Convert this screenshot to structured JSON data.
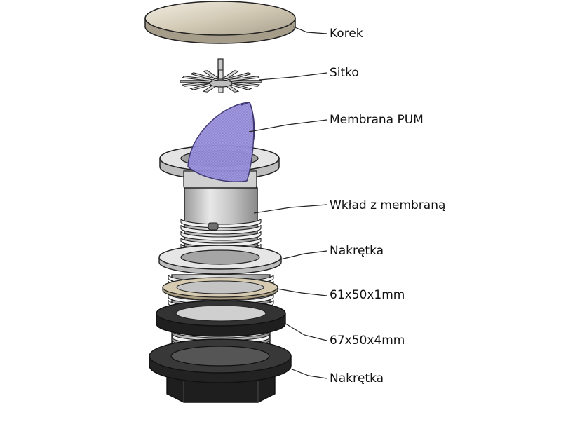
{
  "diagram": {
    "parts": [
      {
        "id": "korek",
        "label": "Korek"
      },
      {
        "id": "sitko",
        "label": "Sitko"
      },
      {
        "id": "membrana",
        "label": "Membrana PUM"
      },
      {
        "id": "wklad",
        "label": "Wkład z membraną"
      },
      {
        "id": "nakretka-top",
        "label": "Nakrętka"
      },
      {
        "id": "gasket-thin",
        "label": "61x50x1mm"
      },
      {
        "id": "gasket-thick",
        "label": "67x50x4mm"
      },
      {
        "id": "nakretka-bottom",
        "label": "Nakrętka"
      }
    ]
  },
  "colors": {
    "outline": "#222222",
    "metal_light": "#e2e2e2",
    "metal_mid": "#b9b9b9",
    "metal_dark": "#8a8a8a",
    "cap": "#cdc5b3",
    "membrane": "#8f86d6",
    "thin_gasket": "#cbbfa4",
    "rubber": "#2f2f2f",
    "rubber_dark": "#1a1a1a"
  }
}
